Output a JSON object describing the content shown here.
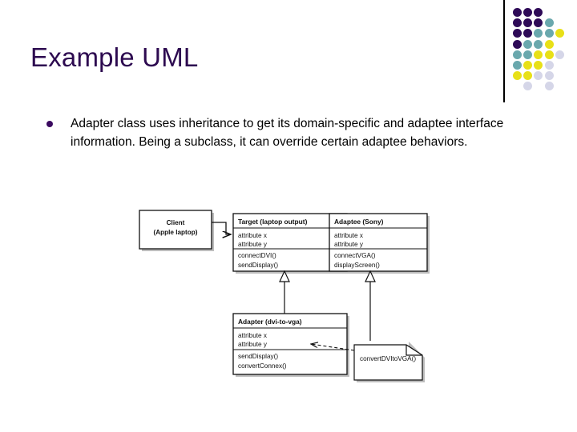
{
  "slide": {
    "title": "Example UML",
    "title_color": "#2d0a50",
    "background": "#ffffff",
    "bullet": {
      "marker": "round-bullet",
      "marker_color": "#3b0a60",
      "text": "Adapter class uses inheritance to get its domain-specific and adaptee interface information. Being a subclass, it can override certain adaptee behaviors."
    }
  },
  "decoration": {
    "name": "dot-grid-decoration",
    "rule_color": "#000000",
    "palette": {
      "purple": "#2e0a57",
      "teal": "#6aa8ad",
      "yellow": "#e8e017",
      "lavender": "#d5d6e8"
    },
    "rows": [
      [
        "purple",
        "purple",
        "purple",
        null,
        null
      ],
      [
        "purple",
        "purple",
        "purple",
        "teal",
        null
      ],
      [
        "purple",
        "purple",
        "teal",
        "teal",
        "yellow"
      ],
      [
        "purple",
        "teal",
        "teal",
        "yellow",
        null
      ],
      [
        "teal",
        "teal",
        "yellow",
        "yellow",
        "lavender"
      ],
      [
        "teal",
        "yellow",
        "yellow",
        "lavender",
        null
      ],
      [
        "yellow",
        "yellow",
        "lavender",
        "lavender",
        null
      ],
      [
        null,
        "lavender",
        null,
        "lavender",
        null
      ]
    ]
  },
  "diagram": {
    "type": "uml-class-diagram",
    "classes": [
      {
        "id": "client",
        "name": "Client",
        "subtitle": "(Apple laptop)",
        "attributes": [],
        "methods": []
      },
      {
        "id": "target",
        "name": "Target (laptop output)",
        "attributes": [
          "attribute x",
          "attribute y"
        ],
        "methods": [
          "connectDVI()",
          "sendDisplay()"
        ]
      },
      {
        "id": "adaptee",
        "name": "Adaptee (Sony)",
        "attributes": [
          "attribute x",
          "attribute y"
        ],
        "methods": [
          "connectVGA()",
          "displayScreen()"
        ]
      },
      {
        "id": "adapter",
        "name": "Adapter (dvi-to-vga)",
        "attributes": [
          "attribute x",
          "attribute y"
        ],
        "methods": [
          "sendDisplay()",
          "convertConnex()"
        ]
      }
    ],
    "note": {
      "id": "note-convert",
      "text": "convertDVItoVGA()"
    },
    "relations": [
      {
        "from": "client",
        "to": "target",
        "kind": "association-arrow"
      },
      {
        "from": "adapter",
        "to": "target",
        "kind": "generalization"
      },
      {
        "from": "adapter",
        "to": "adaptee",
        "kind": "generalization"
      },
      {
        "from": "note-convert",
        "to": "adapter",
        "kind": "dependency-dashed"
      }
    ]
  }
}
